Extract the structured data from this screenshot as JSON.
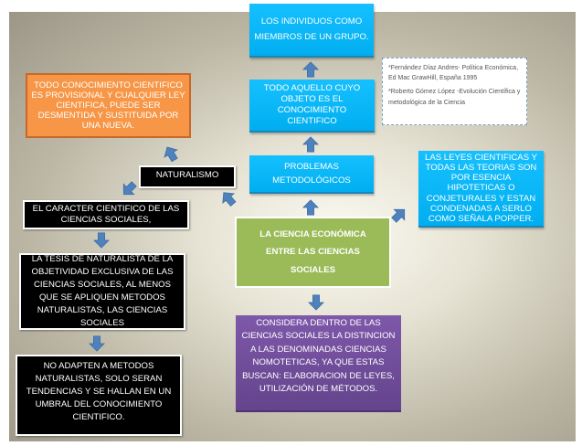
{
  "boxes": {
    "individuos": "LOS INDIVIDUOS COMO MIEMBROS DE UN GRUPO.",
    "objeto": "TODO AQUELLO CUYO OBJETO ES EL CONOCIMIENTO CIENTIFICO",
    "problemas": "PROBLEMAS METODOLÓGICOS",
    "central": "LA CIENCIA ECONÓMICA ENTRE LAS CIENCIAS SOCIALES",
    "provisional": "TODO CONOCIMIENTO CIENTIFICO ES PROVISIONAL Y CUALQUIER LEY CIENTIFICA, PUEDE SER DESMENTIDA Y SUSTITUIDA POR UNA NUEVA.",
    "naturalismo": "NATURALISMO",
    "caracter": "EL CARACTER CIENTIFICO DE LAS CIENCIAS SOCIALES,",
    "tesis": "LA TESIS DE NATURALISTA DE LA OBJETIVIDAD EXCLUSIVA DE LAS CIENCIAS SOCIALES, AL MENOS QUE SE  APLIQUEN METODOS NATURALISTAS, LAS CIENCIAS SOCIALES",
    "adapten": "NO ADAPTEN A METODOS NATURALISTAS, SOLO SERAN TENDENCIAS Y SE HALLAN EN UN UMBRAL DEL CONOCIMIENTO CIENTIFICO.",
    "leyes": "LAS LEYES CIENTIFICAS Y TODAS LAS TEORIAS SON POR ESENCIA HIPOTETICAS O CONJETURALES Y ESTAN CONDENADAS A SERLO COMO SEÑALA POPPER.",
    "considera": "CONSIDERA DENTRO DE LAS CIENCIAS SOCIALES LA DISTINCION  A LAS DENOMINADAS CIENCIAS NOMOTETICAS, YA QUE ESTAS BUSCAN: ELABORACION DE LEYES, UTILIZACIÓN DE MÉTODOS."
  },
  "references": {
    "ref1": "*Fernández Díaz Andres- Política Económica, Ed Mac GrawHill, España 1995",
    "ref2": "*Roberto Gómez López -Evolución Científica y metodológica de la Ciencia"
  },
  "colors": {
    "blue": "#00b0f0",
    "orange": "#f79646",
    "green": "#9bbb59",
    "purple": "#7a56a6",
    "arrow": "#4f81bd"
  }
}
